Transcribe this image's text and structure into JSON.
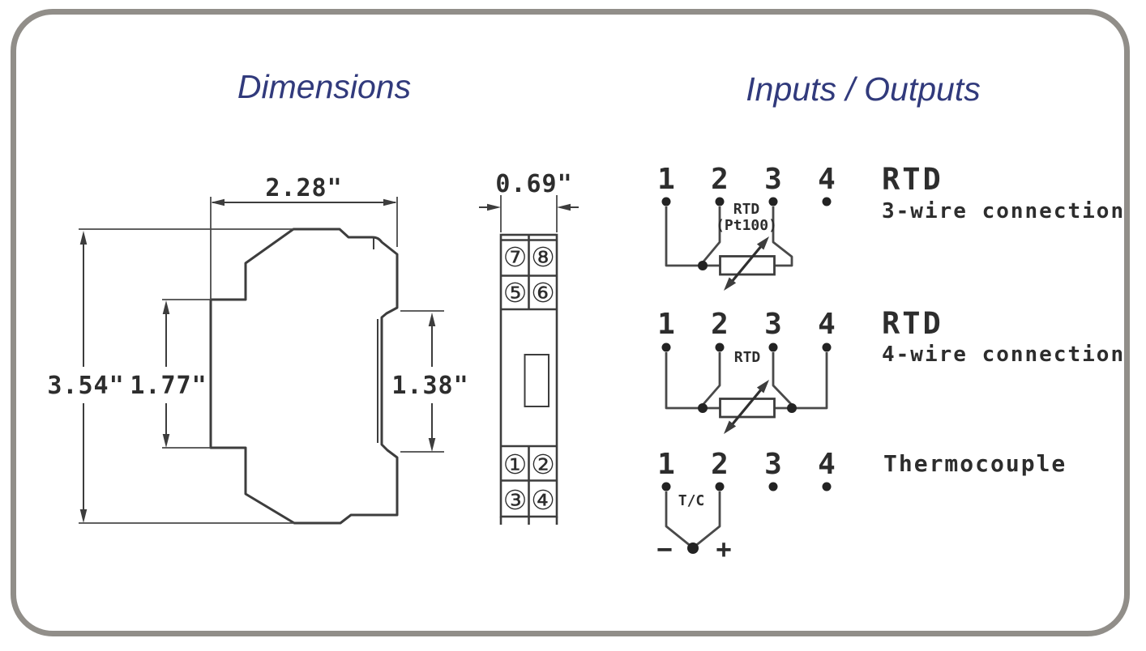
{
  "colors": {
    "heading_blue": "#313a7c",
    "drawing_line": "#3d3d3d",
    "frame_border": "#918e89",
    "text": "#2d2d2d"
  },
  "headings": {
    "dimensions": "Dimensions",
    "inputs_outputs": "Inputs / Outputs"
  },
  "dimensions_view": {
    "side_view": {
      "overall_height": "3.54\"",
      "inner_height": "1.77\"",
      "body_width": "2.28\"",
      "rail_section_height": "1.38\""
    },
    "front_view": {
      "module_width": "0.69\"",
      "top_terminals": [
        "⑦",
        "⑧",
        "⑤",
        "⑥"
      ],
      "bottom_terminals": [
        "①",
        "②",
        "③",
        "④"
      ]
    }
  },
  "io_view": {
    "rtd3": {
      "title": "RTD",
      "subtitle": "3-wire connection",
      "terminals": [
        "1",
        "2",
        "3",
        "4"
      ],
      "sensor_label": "RTD",
      "sensor_sublabel": "(Pt100)"
    },
    "rtd4": {
      "title": "RTD",
      "subtitle": "4-wire connection",
      "terminals": [
        "1",
        "2",
        "3",
        "4"
      ],
      "sensor_label": "RTD"
    },
    "thermocouple": {
      "title": "Thermocouple",
      "terminals": [
        "1",
        "2",
        "3",
        "4"
      ],
      "sensor_label": "T/C",
      "polarity_negative": "−",
      "polarity_positive": "+"
    }
  }
}
